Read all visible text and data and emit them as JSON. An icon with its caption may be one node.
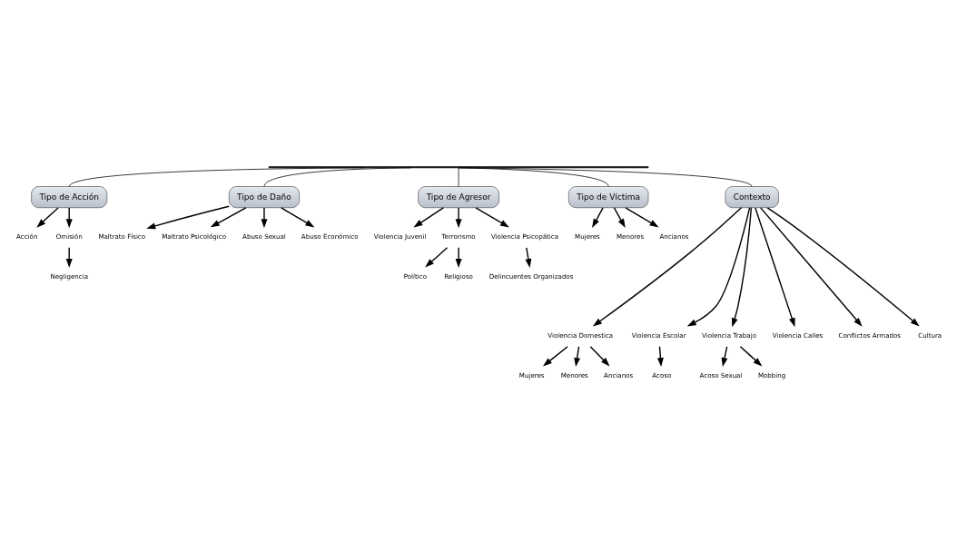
{
  "diagram": {
    "nodes": [
      {
        "text": [
          "Tipo de Acción"
        ]
      },
      {
        "text": [
          "Tipo de Daño"
        ]
      },
      {
        "text": [
          "Tipo de Agresor"
        ]
      },
      {
        "text": [
          "Tipo de Víctima"
        ]
      },
      {
        "text": [
          "Contexto"
        ]
      },
      {
        "text": [
          "Acción"
        ]
      },
      {
        "text": [
          "Omisión"
        ]
      },
      {
        "text": [
          "Negligencia"
        ]
      },
      {
        "text": [
          "Maltrato Físico"
        ]
      },
      {
        "text": [
          "Maltrato Psicológico"
        ]
      },
      {
        "text": [
          "Abuso Sexual"
        ]
      },
      {
        "text": [
          "Abuso Económico"
        ]
      },
      {
        "text": [
          "Violencia Juvenil"
        ]
      },
      {
        "text": [
          "Terrorismo"
        ]
      },
      {
        "text": [
          "Violencia Psicopática"
        ]
      },
      {
        "text": [
          "Político"
        ]
      },
      {
        "text": [
          "Religioso"
        ]
      },
      {
        "text": [
          "Delincuentes Organizados"
        ]
      },
      {
        "text": [
          "Mujeres"
        ]
      },
      {
        "text": [
          "Menores"
        ]
      },
      {
        "text": [
          "Ancianos"
        ]
      },
      {
        "text": [
          "Violencia Domestica"
        ]
      },
      {
        "text": [
          "Violencia Escolar"
        ]
      },
      {
        "text": [
          "Violencia Trabajo"
        ]
      },
      {
        "text": [
          "Violencia Calles"
        ]
      },
      {
        "text": [
          "Conflictos Armados"
        ]
      },
      {
        "text": [
          "Cultura"
        ]
      },
      {
        "text": [
          "Mujeres"
        ]
      },
      {
        "text": [
          "Menores"
        ]
      },
      {
        "text": [
          "Ancianos"
        ]
      },
      {
        "text": [
          "Acoso"
        ]
      },
      {
        "text": [
          "Acoso Sexual"
        ]
      },
      {
        "text": [
          "Mobbing"
        ]
      },
      {
        "text": [],
        "shape": "bar"
      }
    ],
    "edges": [
      {
        "from": 33,
        "to": 0,
        "arrow": "none"
      },
      {
        "from": 33,
        "to": 1,
        "arrow": "none"
      },
      {
        "from": 33,
        "to": 2,
        "arrow": "none"
      },
      {
        "from": 33,
        "to": 3,
        "arrow": "none"
      },
      {
        "from": 33,
        "to": 4,
        "arrow": "none"
      },
      {
        "from": 0,
        "to": 5,
        "arrow": "to"
      },
      {
        "from": 0,
        "to": 6,
        "arrow": "to"
      },
      {
        "from": 6,
        "to": 7,
        "arrow": "to"
      },
      {
        "from": 1,
        "to": 8,
        "arrow": "to"
      },
      {
        "from": 1,
        "to": 9,
        "arrow": "to"
      },
      {
        "from": 1,
        "to": 10,
        "arrow": "to"
      },
      {
        "from": 1,
        "to": 11,
        "arrow": "to"
      },
      {
        "from": 2,
        "to": 12,
        "arrow": "to"
      },
      {
        "from": 2,
        "to": 13,
        "arrow": "to"
      },
      {
        "from": 2,
        "to": 14,
        "arrow": "to"
      },
      {
        "from": 13,
        "to": 15,
        "arrow": "to"
      },
      {
        "from": 13,
        "to": 16,
        "arrow": "to"
      },
      {
        "from": 14,
        "to": 17,
        "arrow": "to"
      },
      {
        "from": 3,
        "to": 18,
        "arrow": "to"
      },
      {
        "from": 3,
        "to": 19,
        "arrow": "to"
      },
      {
        "from": 3,
        "to": 20,
        "arrow": "to"
      },
      {
        "from": 4,
        "to": 21,
        "arrow": "to"
      },
      {
        "from": 4,
        "to": 22,
        "arrow": "to"
      },
      {
        "from": 4,
        "to": 23,
        "arrow": "to"
      },
      {
        "from": 4,
        "to": 24,
        "arrow": "to"
      },
      {
        "from": 4,
        "to": 25,
        "arrow": "to"
      },
      {
        "from": 4,
        "to": 26,
        "arrow": "to"
      },
      {
        "from": 21,
        "to": 27,
        "arrow": "to"
      },
      {
        "from": 21,
        "to": 28,
        "arrow": "to"
      },
      {
        "from": 21,
        "to": 29,
        "arrow": "to"
      },
      {
        "from": 22,
        "to": 30,
        "arrow": "to"
      },
      {
        "from": 23,
        "to": 31,
        "arrow": "to"
      },
      {
        "from": 23,
        "to": 32,
        "arrow": "to"
      }
    ]
  }
}
